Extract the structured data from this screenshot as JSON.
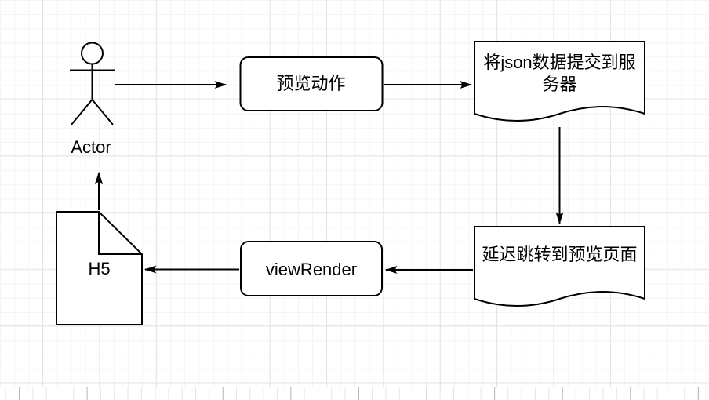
{
  "app": {
    "kind": "flowchart-editor-canvas",
    "background": "grid",
    "colors": {
      "shape_stroke": "#000000",
      "shape_fill": "#ffffff",
      "text": "#000000",
      "grid_minor": "#f4f4f4",
      "grid_major": "#e4e4e4",
      "canvas": "#ffffff"
    }
  },
  "diagram": {
    "nodes": {
      "actor": {
        "shape": "stick-figure-actor",
        "label": "Actor"
      },
      "preview_action": {
        "shape": "rounded-rectangle",
        "label": "预览动作"
      },
      "submit_json": {
        "shape": "document",
        "label": "将json数据提交到服务器"
      },
      "delay_redirect": {
        "shape": "document",
        "label": "延迟跳转到预览页面"
      },
      "view_render": {
        "shape": "rounded-rectangle",
        "label": "viewRender"
      },
      "h5": {
        "shape": "note-folded-corner",
        "label": "H5"
      }
    },
    "edges": [
      {
        "from": "actor",
        "to": "preview_action",
        "direction": "right",
        "style": "solid-arrow"
      },
      {
        "from": "preview_action",
        "to": "submit_json",
        "direction": "right",
        "style": "solid-arrow"
      },
      {
        "from": "submit_json",
        "to": "delay_redirect",
        "direction": "down",
        "style": "solid-arrow"
      },
      {
        "from": "delay_redirect",
        "to": "view_render",
        "direction": "left",
        "style": "solid-arrow"
      },
      {
        "from": "view_render",
        "to": "h5",
        "direction": "left",
        "style": "solid-arrow"
      },
      {
        "from": "h5",
        "to": "actor",
        "direction": "up",
        "style": "solid-arrow"
      }
    ]
  }
}
